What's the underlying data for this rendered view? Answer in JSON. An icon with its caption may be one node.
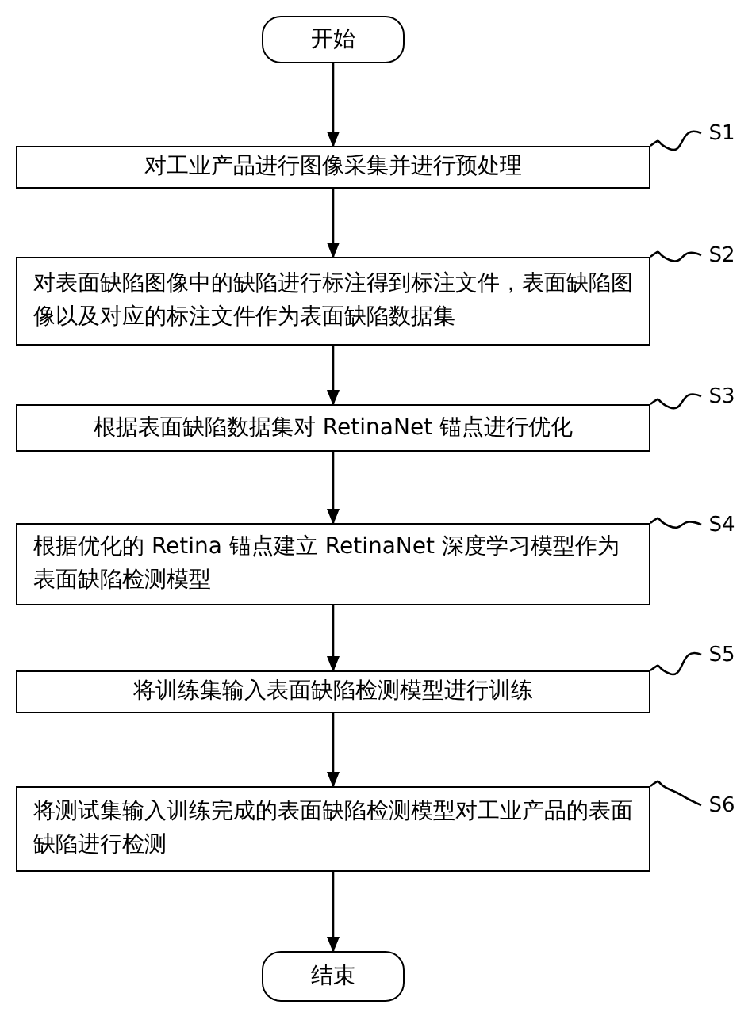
{
  "diagram": {
    "nodes": [
      {
        "text": [
          "开始"
        ]
      },
      {
        "text": [
          "对工业产品进行图像采集并进行预处理"
        ]
      },
      {
        "text": [
          "对表面缺陷图像中的缺陷进行标注得到标注文件，表面缺陷图像以及对应的标注文件作为表面缺陷数据集"
        ]
      },
      {
        "text": [
          "根据表面缺陷数据集对 RetinaNet 锚点进行优化"
        ]
      },
      {
        "text": [
          "根据优化的 Retina 锚点建立 RetinaNet 深度学习模型作为表面缺陷检测模型"
        ]
      },
      {
        "text": [
          "将训练集输入表面缺陷检测模型进行训练"
        ]
      },
      {
        "text": [
          "将测试集输入训练完成的表面缺陷检测模型对工业产品的表面缺陷进行检测"
        ]
      },
      {
        "text": [
          "结束"
        ]
      },
      {
        "text": [
          "S1"
        ]
      },
      {
        "text": [
          "S2"
        ]
      },
      {
        "text": [
          "S3"
        ]
      },
      {
        "text": [
          "S4"
        ]
      },
      {
        "text": [
          "S5"
        ]
      },
      {
        "text": [
          "S6"
        ]
      }
    ],
    "edges": [
      {
        "from": 0,
        "to": 1,
        "arrow": "to"
      },
      {
        "from": 1,
        "to": 2,
        "arrow": "to"
      },
      {
        "from": 2,
        "to": 3,
        "arrow": "to"
      },
      {
        "from": 3,
        "to": 4,
        "arrow": "to"
      },
      {
        "from": 4,
        "to": 5,
        "arrow": "to"
      },
      {
        "from": 5,
        "to": 6,
        "arrow": "to"
      },
      {
        "from": 6,
        "to": 7,
        "arrow": "to"
      },
      {
        "from": 8,
        "to": 1,
        "arrow": "none"
      },
      {
        "from": 9,
        "to": 2,
        "arrow": "none"
      },
      {
        "from": 10,
        "to": 3,
        "arrow": "none"
      },
      {
        "from": 11,
        "to": 4,
        "arrow": "none"
      },
      {
        "from": 12,
        "to": 5,
        "arrow": "none"
      },
      {
        "from": 13,
        "to": 6,
        "arrow": "none"
      }
    ]
  }
}
